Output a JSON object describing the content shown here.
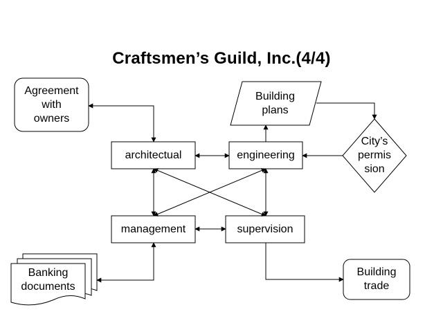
{
  "title": "Craftsmen’s Guild, Inc.(4/4)",
  "nodes": {
    "agreement": "Agreement\nwith\nowners",
    "building_plans": "Building\nplans",
    "architectual": "architectual",
    "engineering": "engineering",
    "city_permission": "City’s\npermis\nsion",
    "management": "management",
    "supervision": "supervision",
    "banking_documents": "Banking\ndocuments",
    "building_trade": "Building\ntrade"
  },
  "colors": {
    "stroke": "#000000",
    "fill": "#ffffff",
    "text": "#000000"
  }
}
